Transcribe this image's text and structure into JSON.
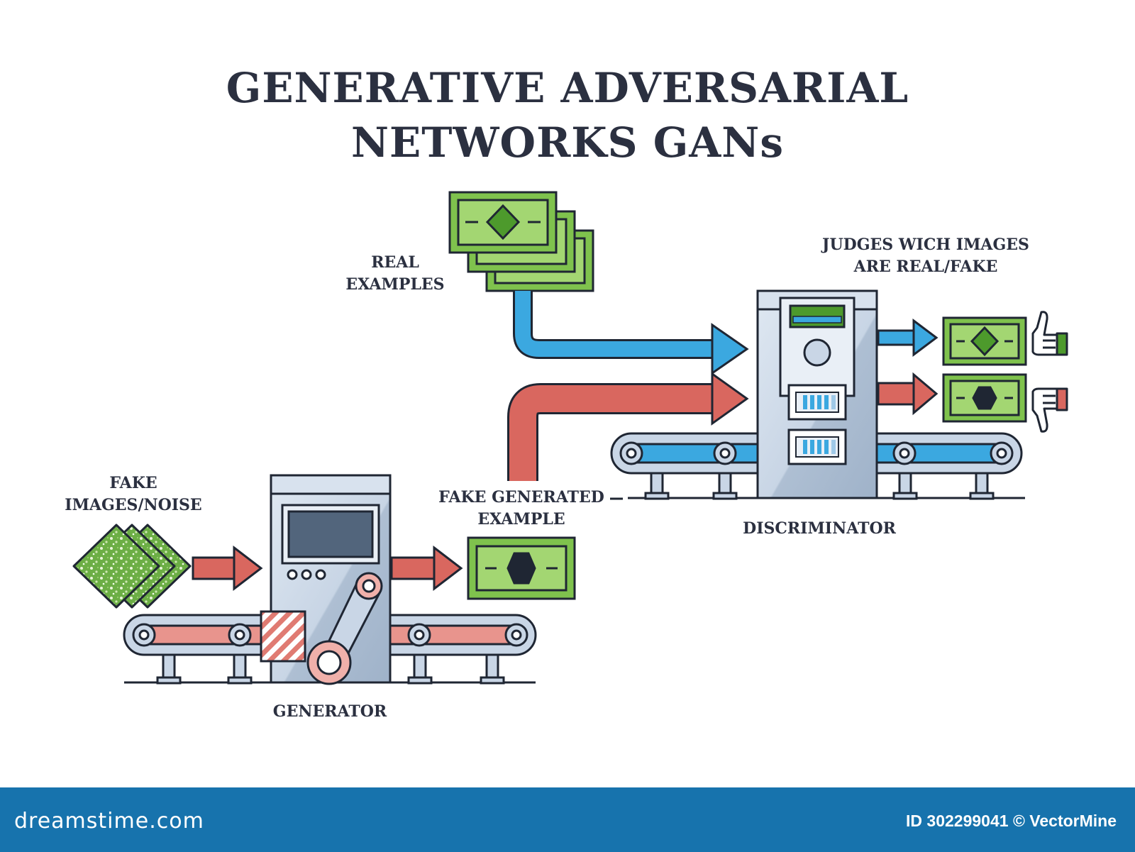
{
  "title": {
    "line1": "GENERATIVE ADVERSARIAL",
    "line2": "NETWORKS GANs"
  },
  "labels": {
    "real_examples": [
      "REAL",
      "EXAMPLES"
    ],
    "judges": [
      "JUDGES WICH IMAGES",
      "ARE REAL/FAKE"
    ],
    "fake_noise": [
      "FAKE",
      "IMAGES/NOISE"
    ],
    "fake_generated": [
      "FAKE GENERATED",
      "EXAMPLE"
    ],
    "discriminator": "DISCRIMINATOR",
    "generator": "GENERATOR"
  },
  "footer": {
    "brand": "dreamstime.com",
    "credit": "ID 302299041 © VectorMine"
  },
  "colors": {
    "title": "#2b3040",
    "real_arrow": "#3ba8e0",
    "fake_arrow": "#d9675f",
    "banknote": "#7fc24d",
    "banknote_dark": "#4d9a2c",
    "machine": "#c9d6e6",
    "footer": "#1773ad"
  },
  "icons": [
    "banknote-icon",
    "noise-tile-icon",
    "thumbs-up-icon",
    "thumbs-down-icon",
    "generator-machine-icon",
    "discriminator-machine-icon",
    "conveyor-belt-icon"
  ]
}
